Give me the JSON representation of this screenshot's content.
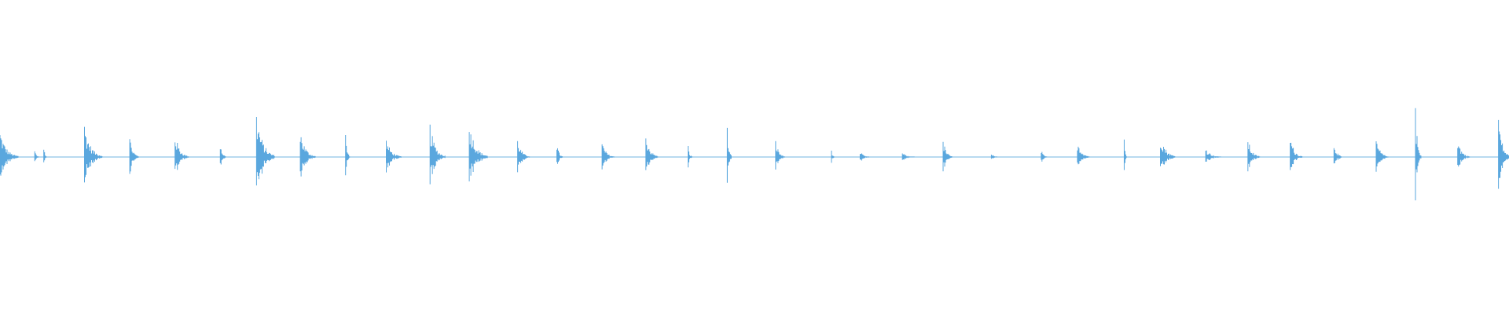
{
  "waveform": {
    "color": "#5aa7de",
    "background": "#ffffff",
    "baseline_fraction": 0.5,
    "hits": [
      {
        "t": 0.0,
        "a": 0.09,
        "d": 0.012
      },
      {
        "t": 0.023,
        "a": 0.025,
        "d": 0.003
      },
      {
        "t": 0.029,
        "a": 0.045,
        "d": 0.002
      },
      {
        "t": 0.056,
        "a": 0.11,
        "d": 0.012
      },
      {
        "t": 0.086,
        "a": 0.07,
        "d": 0.006
      },
      {
        "t": 0.116,
        "a": 0.08,
        "d": 0.009
      },
      {
        "t": 0.146,
        "a": 0.05,
        "d": 0.004
      },
      {
        "t": 0.17,
        "a": 0.15,
        "d": 0.012
      },
      {
        "t": 0.199,
        "a": 0.09,
        "d": 0.01
      },
      {
        "t": 0.229,
        "a": 0.08,
        "d": 0.003
      },
      {
        "t": 0.256,
        "a": 0.06,
        "d": 0.01
      },
      {
        "t": 0.285,
        "a": 0.11,
        "d": 0.01
      },
      {
        "t": 0.311,
        "a": 0.12,
        "d": 0.012
      },
      {
        "t": 0.343,
        "a": 0.06,
        "d": 0.008
      },
      {
        "t": 0.369,
        "a": 0.05,
        "d": 0.004
      },
      {
        "t": 0.399,
        "a": 0.05,
        "d": 0.008
      },
      {
        "t": 0.428,
        "a": 0.08,
        "d": 0.008
      },
      {
        "t": 0.456,
        "a": 0.04,
        "d": 0.003
      },
      {
        "t": 0.482,
        "a": 0.1,
        "d": 0.003
      },
      {
        "t": 0.514,
        "a": 0.06,
        "d": 0.006
      },
      {
        "t": 0.551,
        "a": 0.03,
        "d": 0.002
      },
      {
        "t": 0.57,
        "a": 0.02,
        "d": 0.006
      },
      {
        "t": 0.598,
        "a": 0.015,
        "d": 0.008
      },
      {
        "t": 0.625,
        "a": 0.06,
        "d": 0.006
      },
      {
        "t": 0.657,
        "a": 0.015,
        "d": 0.004
      },
      {
        "t": 0.69,
        "a": 0.025,
        "d": 0.004
      },
      {
        "t": 0.714,
        "a": 0.06,
        "d": 0.008
      },
      {
        "t": 0.745,
        "a": 0.06,
        "d": 0.002
      },
      {
        "t": 0.769,
        "a": 0.08,
        "d": 0.01
      },
      {
        "t": 0.799,
        "a": 0.03,
        "d": 0.01
      },
      {
        "t": 0.827,
        "a": 0.06,
        "d": 0.008
      },
      {
        "t": 0.855,
        "a": 0.07,
        "d": 0.008
      },
      {
        "t": 0.884,
        "a": 0.06,
        "d": 0.005
      },
      {
        "t": 0.912,
        "a": 0.06,
        "d": 0.008
      },
      {
        "t": 0.938,
        "a": 0.16,
        "d": 0.004
      },
      {
        "t": 0.966,
        "a": 0.06,
        "d": 0.008
      },
      {
        "t": 0.993,
        "a": 0.15,
        "d": 0.007
      }
    ]
  }
}
